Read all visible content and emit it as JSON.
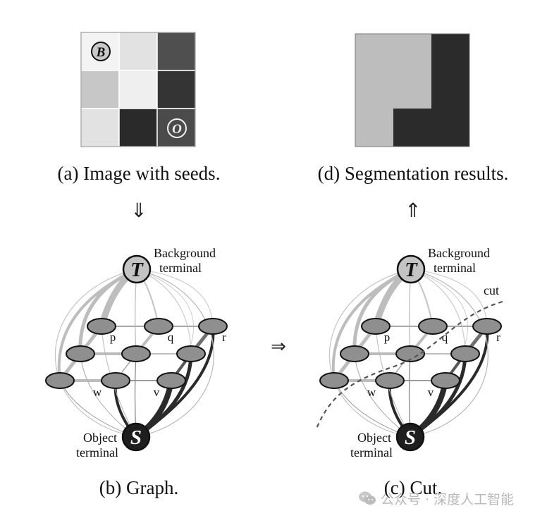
{
  "panels": {
    "a": {
      "caption": "(a) Image with seeds.",
      "seed_background": "B",
      "seed_object": "O",
      "pixel_grid": [
        [
          "#f3f3f3",
          "#e2e2e2",
          "#4f4f4f"
        ],
        [
          "#c7c7c7",
          "#efefef",
          "#343434"
        ],
        [
          "#e2e2e2",
          "#2a2a2a",
          "#4b4b4b"
        ]
      ]
    },
    "b": {
      "caption": "(b) Graph."
    },
    "c": {
      "caption": "(c) Cut.",
      "cut_label": "cut"
    },
    "d": {
      "caption": "(d) Segmentation results.",
      "background_color": "#bdbdbd",
      "object_color": "#2b2b2b"
    }
  },
  "graph": {
    "terminal_top": {
      "symbol": "T",
      "label_line1": "Background",
      "label_line2": "terminal"
    },
    "terminal_bottom": {
      "symbol": "S",
      "label_line1": "Object",
      "label_line2": "terminal"
    },
    "node_labels": {
      "p": "p",
      "q": "q",
      "r": "r",
      "w": "w",
      "v": "v"
    }
  },
  "arrows": {
    "down": "⇓",
    "up": "⇑",
    "right": "⇒"
  },
  "watermark": {
    "text": "公众号 · 深度人工智能",
    "icon": "wechat-icon"
  },
  "colors": {
    "node_fill": "#8f8f8f",
    "terminal_t_fill": "#c4c4c4",
    "terminal_s_fill": "#1e1e1e",
    "bg_edge": "#bdbdbd",
    "obj_edge": "#2a2a2a",
    "grid_edge": "#a8a8a8"
  }
}
